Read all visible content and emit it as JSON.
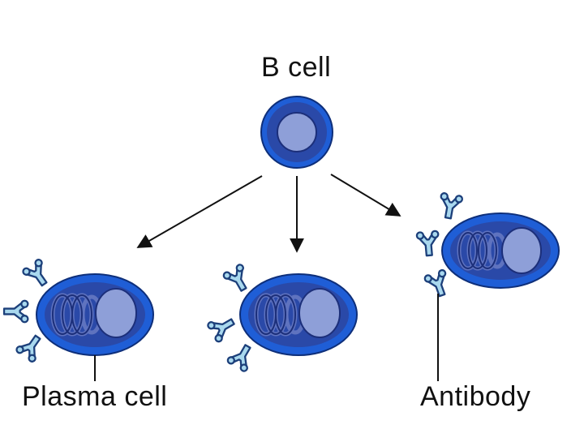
{
  "labels": {
    "b_cell": "B cell",
    "plasma_cell": "Plasma cell",
    "antibody": "Antibody"
  },
  "colors": {
    "membrane": "#1f5ed6",
    "cytoplasm": "#2a49a8",
    "nucleus": "#8e9fd8",
    "er_dark": "#1c2f7a",
    "er_light": "#5f73bf",
    "antibody_fill": "#a9d8ee",
    "antibody_stroke": "#1c3f7a",
    "line": "#111111",
    "background": "#ffffff"
  },
  "diagram": {
    "source_cell": "b-cell",
    "differentiates_into": [
      "plasma-cell-left",
      "plasma-cell-middle",
      "plasma-cell-right"
    ],
    "secreted_product": "antibody"
  }
}
